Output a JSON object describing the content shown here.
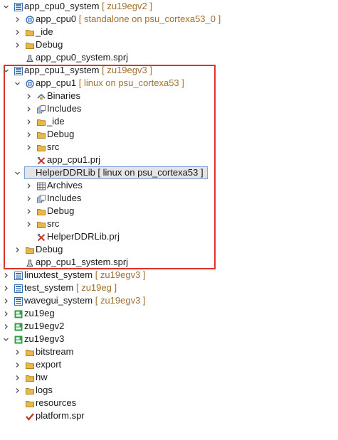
{
  "tree": [
    {
      "name": "app-cpu0-system",
      "d": 0,
      "tw": "v",
      "icon": "system",
      "label": "app_cpu0_system",
      "dec": "[ zu19egv2 ]"
    },
    {
      "name": "app-cpu0",
      "d": 1,
      "tw": ">",
      "icon": "app",
      "label": "app_cpu0",
      "dec": "[ standalone on psu_cortexa53_0 ]"
    },
    {
      "name": "ide-folder",
      "d": 1,
      "tw": ">",
      "icon": "folder",
      "label": "_ide",
      "dec": ""
    },
    {
      "name": "debug-folder",
      "d": 1,
      "tw": ">",
      "icon": "folder",
      "label": "Debug",
      "dec": ""
    },
    {
      "name": "app-cpu0-system-sprj",
      "d": 1,
      "tw": "",
      "icon": "sprj",
      "label": "app_cpu0_system.sprj",
      "dec": ""
    },
    {
      "name": "app-cpu1-system",
      "d": 0,
      "tw": "v",
      "icon": "system",
      "label": "app_cpu1_system",
      "dec": "[ zu19egv3 ]"
    },
    {
      "name": "app-cpu1",
      "d": 1,
      "tw": "v",
      "icon": "app",
      "label": "app_cpu1",
      "dec": "[ linux on psu_cortexa53 ]"
    },
    {
      "name": "binaries",
      "d": 2,
      "tw": ">",
      "icon": "binaries",
      "label": "Binaries",
      "dec": ""
    },
    {
      "name": "includes",
      "d": 2,
      "tw": ">",
      "icon": "includes",
      "label": "Includes",
      "dec": ""
    },
    {
      "name": "ide-folder",
      "d": 2,
      "tw": ">",
      "icon": "folder",
      "label": "_ide",
      "dec": ""
    },
    {
      "name": "debug-folder",
      "d": 2,
      "tw": ">",
      "icon": "folder",
      "label": "Debug",
      "dec": ""
    },
    {
      "name": "src-folder",
      "d": 2,
      "tw": ">",
      "icon": "folder",
      "label": "src",
      "dec": ""
    },
    {
      "name": "app-cpu1-prj",
      "d": 2,
      "tw": "",
      "icon": "prj",
      "label": "app_cpu1.prj",
      "dec": ""
    },
    {
      "name": "helper-ddr-lib",
      "d": 1,
      "tw": "v",
      "icon": "lib",
      "label": "HelperDDRLib",
      "dec": "[ linux on psu_cortexa53 ]",
      "selected": true
    },
    {
      "name": "archives",
      "d": 2,
      "tw": ">",
      "icon": "archives",
      "label": "Archives",
      "dec": ""
    },
    {
      "name": "includes",
      "d": 2,
      "tw": ">",
      "icon": "includes",
      "label": "Includes",
      "dec": ""
    },
    {
      "name": "debug-folder",
      "d": 2,
      "tw": ">",
      "icon": "folder",
      "label": "Debug",
      "dec": ""
    },
    {
      "name": "src-folder",
      "d": 2,
      "tw": ">",
      "icon": "folder",
      "label": "src",
      "dec": ""
    },
    {
      "name": "helper-ddr-lib-prj",
      "d": 2,
      "tw": "",
      "icon": "prj",
      "label": "HelperDDRLib.prj",
      "dec": ""
    },
    {
      "name": "debug-folder",
      "d": 1,
      "tw": ">",
      "icon": "folder",
      "label": "Debug",
      "dec": ""
    },
    {
      "name": "app-cpu1-system-sprj",
      "d": 1,
      "tw": "",
      "icon": "sprj",
      "label": "app_cpu1_system.sprj",
      "dec": ""
    },
    {
      "name": "linuxtest-system",
      "d": 0,
      "tw": ">",
      "icon": "system",
      "label": "linuxtest_system",
      "dec": "[ zu19egv3 ]"
    },
    {
      "name": "test-system",
      "d": 0,
      "tw": ">",
      "icon": "system",
      "label": "test_system",
      "dec": "[ zu19eg ]"
    },
    {
      "name": "wavegui-system",
      "d": 0,
      "tw": ">",
      "icon": "system",
      "label": "wavegui_system",
      "dec": "[ zu19egv3 ]"
    },
    {
      "name": "zu19eg-platform",
      "d": 0,
      "tw": ">",
      "icon": "platform",
      "label": "zu19eg",
      "dec": ""
    },
    {
      "name": "zu19egv2-platform",
      "d": 0,
      "tw": ">",
      "icon": "platform",
      "label": "zu19egv2",
      "dec": ""
    },
    {
      "name": "zu19egv3-platform",
      "d": 0,
      "tw": "v",
      "icon": "platform",
      "label": "zu19egv3",
      "dec": ""
    },
    {
      "name": "bitstream-folder",
      "d": 1,
      "tw": ">",
      "icon": "folder",
      "label": "bitstream",
      "dec": ""
    },
    {
      "name": "export-folder",
      "d": 1,
      "tw": ">",
      "icon": "folder",
      "label": "export",
      "dec": ""
    },
    {
      "name": "hw-folder",
      "d": 1,
      "tw": ">",
      "icon": "folder",
      "label": "hw",
      "dec": ""
    },
    {
      "name": "logs-folder",
      "d": 1,
      "tw": ">",
      "icon": "folder",
      "label": "logs",
      "dec": ""
    },
    {
      "name": "resources-folder",
      "d": 1,
      "tw": "",
      "icon": "folder",
      "label": "resources",
      "dec": ""
    },
    {
      "name": "platform-spr",
      "d": 1,
      "tw": "",
      "icon": "spr",
      "label": "platform.spr",
      "dec": ""
    }
  ],
  "colors": {
    "highlight_box": "#e03030",
    "decoration": "#a07030",
    "folder": "#e8b84a",
    "system": "#3a6fb0",
    "platform": "#2f9e44"
  }
}
